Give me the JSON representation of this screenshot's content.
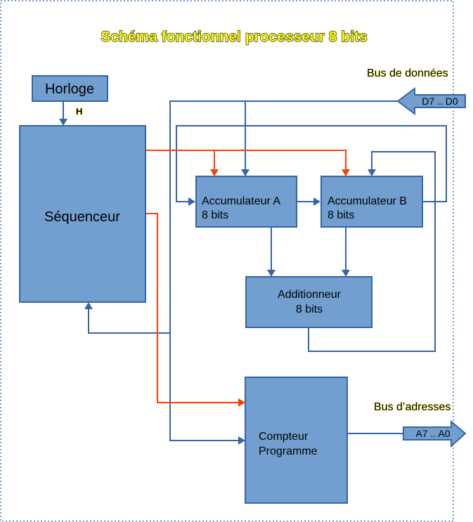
{
  "title": "Schéma fonctionnel processeur 8 bits",
  "blocks": {
    "horloge": "Horloge",
    "sequenceur": "Séquenceur",
    "acc_a": {
      "line1": "Accumulateur A",
      "line2": "8 bits"
    },
    "acc_b": {
      "line1": "Accumulateur B",
      "line2": "8 bits"
    },
    "additionneur": {
      "line1": "Additionneur",
      "line2": "8 bits"
    },
    "compteur": {
      "line1": "Compteur",
      "line2": "Programme"
    }
  },
  "signals": {
    "clock": "H"
  },
  "buses": {
    "data": {
      "label": "Bus de données",
      "arrow_text": "D7 .. D0",
      "direction": "in"
    },
    "address": {
      "label": "Bus d’adresses",
      "arrow_text": "A7 .. A0",
      "direction": "out"
    }
  },
  "colors": {
    "block_fill": "#729fcf",
    "block_stroke": "#3465a4",
    "data_wire": "#3465a4",
    "control_wire": "#ff4000",
    "title_fill": "#ffff00"
  }
}
